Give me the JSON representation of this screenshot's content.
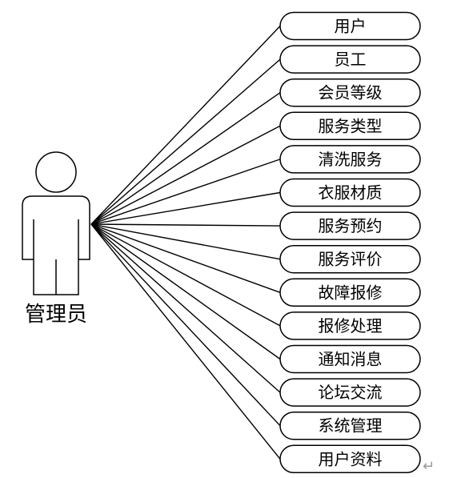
{
  "actor": {
    "label": "管理员"
  },
  "use_cases": [
    "用户",
    "员工",
    "会员等级",
    "服务类型",
    "清洗服务",
    "衣服材质",
    "服务预约",
    "服务评价",
    "故障报修",
    "报修处理",
    "通知消息",
    "论坛交流",
    "系统管理",
    "用户资料"
  ],
  "return_mark": "↵",
  "colors": {
    "stroke": "#000000",
    "background": "#ffffff",
    "return_mark": "#999999"
  }
}
